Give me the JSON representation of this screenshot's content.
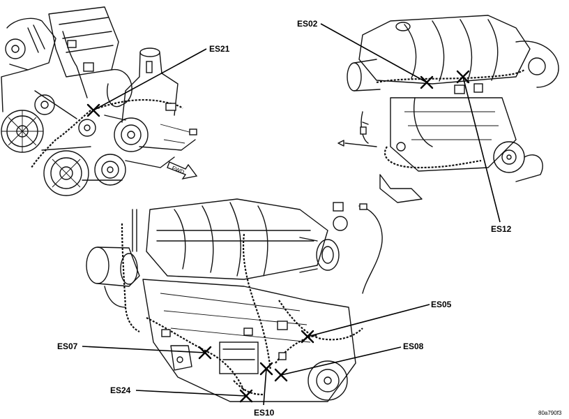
{
  "callouts": {
    "es21": "ES21",
    "es02": "ES02",
    "es12": "ES12",
    "es05": "ES05",
    "es07": "ES07",
    "es08": "ES08",
    "es24": "ES24",
    "es10": "ES10"
  },
  "figure_id": "80a790f3",
  "colors": {
    "ink": "#111111",
    "background": "#ffffff"
  }
}
